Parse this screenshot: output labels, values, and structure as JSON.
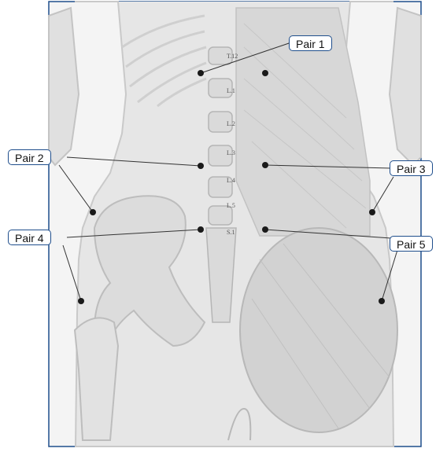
{
  "labels": {
    "pair1": "Pair 1",
    "pair2": "Pair 2",
    "pair3": "Pair 3",
    "pair4": "Pair 4",
    "pair5": "Pair 5"
  },
  "vertebrae": {
    "t12": "T.12",
    "l1": "L.1",
    "l2": "L.2",
    "l3": "L.3",
    "l4": "L.4",
    "l5": "L.5",
    "s1": "S.1"
  },
  "colors": {
    "frame": "#1f4e8c",
    "leader_line": "#333333",
    "point": "#1a1a1a"
  }
}
